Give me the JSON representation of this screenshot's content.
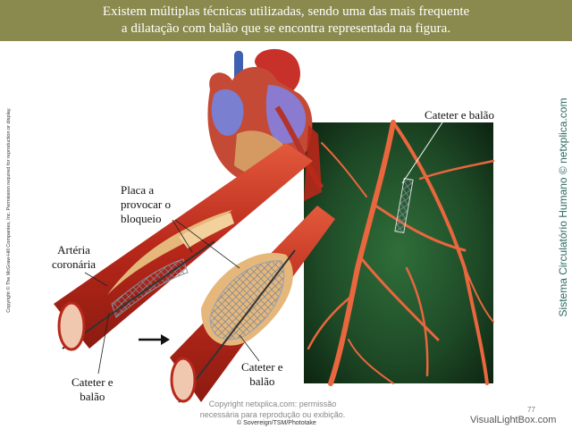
{
  "banner": {
    "line1": "Existem múltiplas técnicas utilizadas, sendo uma das mais frequente",
    "line2": "a dilatação com balão que se encontra representada na figura."
  },
  "labels": {
    "plaque_l1": "Placa a",
    "plaque_l2": "provocar o",
    "plaque_l3": "bloqueio",
    "artery_l1": "Artéria",
    "artery_l2": "coronária",
    "cath_left_l1": "Cateter e",
    "cath_left_l2": "balão",
    "cath_mid_l1": "Cateter e",
    "cath_mid_l2": "balão",
    "cath_top": "Cateter e balão"
  },
  "side": {
    "left_copyright": "Copyright © The McGraw-Hill Companies, Inc. Permission required for reproduction or display.",
    "right_brand": "Sistema Circulatório Humano © netxplica.com"
  },
  "footer": {
    "line1": "Copyright netxplica.com: permissão",
    "line2": "necessária para reprodução ou exibição.",
    "photo_credit": "© Sovereign/TSM/Phototake",
    "page_number": "77",
    "watermark": "VisualLightBox.com"
  },
  "colors": {
    "banner_bg": "#8b8a4e",
    "artery_red": "#c2301f",
    "brand_teal": "#2a6a63"
  }
}
